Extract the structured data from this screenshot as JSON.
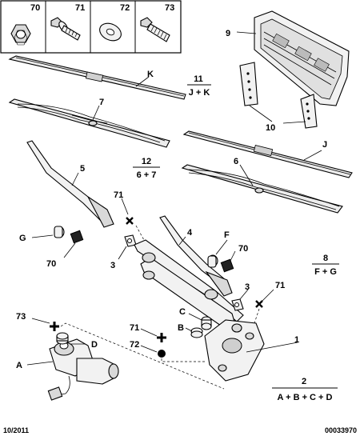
{
  "legend": {
    "items": [
      {
        "ref": "70",
        "icon": "hex-nut-icon"
      },
      {
        "ref": "71",
        "icon": "flange-bolt-icon"
      },
      {
        "ref": "72",
        "icon": "washer-icon"
      },
      {
        "ref": "73",
        "icon": "screw-icon"
      }
    ]
  },
  "callouts": {
    "c9": "9",
    "cK": "K",
    "c7": "7",
    "c10": "10",
    "cJ": "J",
    "c6": "6",
    "c5": "5",
    "c71a": "71",
    "cG": "G",
    "c70a": "70",
    "c3a": "3",
    "c4": "4",
    "cF": "F",
    "c70b": "70",
    "c3b": "3",
    "c71b": "71",
    "c73": "73",
    "cD": "D",
    "cA": "A",
    "cC": "C",
    "cB": "B",
    "c71c": "71",
    "c72": "72",
    "c1": "1"
  },
  "kits": {
    "k11": {
      "num": "11",
      "den": "J + K"
    },
    "k12": {
      "num": "12",
      "den": "6 + 7"
    },
    "k8": {
      "num": "8",
      "den": "F + G"
    },
    "k2": {
      "num": "2",
      "den": "A + B + C + D"
    }
  },
  "footer": {
    "date": "10/2011",
    "ref": "00033970"
  }
}
